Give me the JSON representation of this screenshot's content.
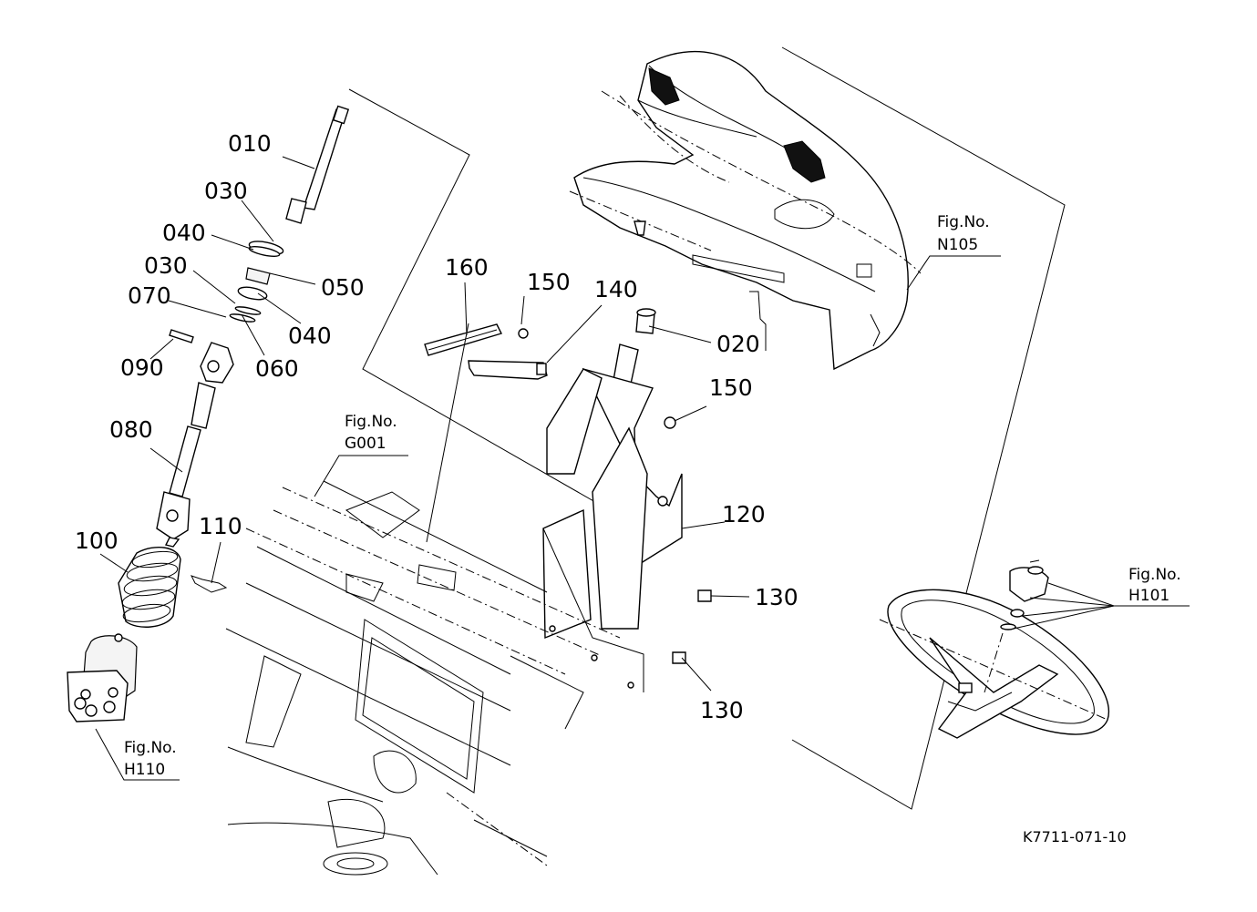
{
  "diagram": {
    "drawing_code": "K7711-071-10",
    "callouts": [
      {
        "id": "010",
        "label": "010"
      },
      {
        "id": "030a",
        "label": "030"
      },
      {
        "id": "040a",
        "label": "040"
      },
      {
        "id": "030b",
        "label": "030"
      },
      {
        "id": "050",
        "label": "050"
      },
      {
        "id": "070",
        "label": "070"
      },
      {
        "id": "040b",
        "label": "040"
      },
      {
        "id": "060",
        "label": "060"
      },
      {
        "id": "090",
        "label": "090"
      },
      {
        "id": "080",
        "label": "080"
      },
      {
        "id": "110",
        "label": "110"
      },
      {
        "id": "100",
        "label": "100"
      },
      {
        "id": "160",
        "label": "160"
      },
      {
        "id": "150a",
        "label": "150"
      },
      {
        "id": "140",
        "label": "140"
      },
      {
        "id": "020",
        "label": "020"
      },
      {
        "id": "150b",
        "label": "150"
      },
      {
        "id": "120",
        "label": "120"
      },
      {
        "id": "130a",
        "label": "130"
      },
      {
        "id": "130b",
        "label": "130"
      }
    ],
    "figure_refs": [
      {
        "id": "n105",
        "prefix": "Fig.No.",
        "number": "N105"
      },
      {
        "id": "g001",
        "prefix": "Fig.No.",
        "number": "G001"
      },
      {
        "id": "h101",
        "prefix": "Fig.No.",
        "number": "H101"
      },
      {
        "id": "h110",
        "prefix": "Fig.No.",
        "number": "H110"
      }
    ]
  }
}
